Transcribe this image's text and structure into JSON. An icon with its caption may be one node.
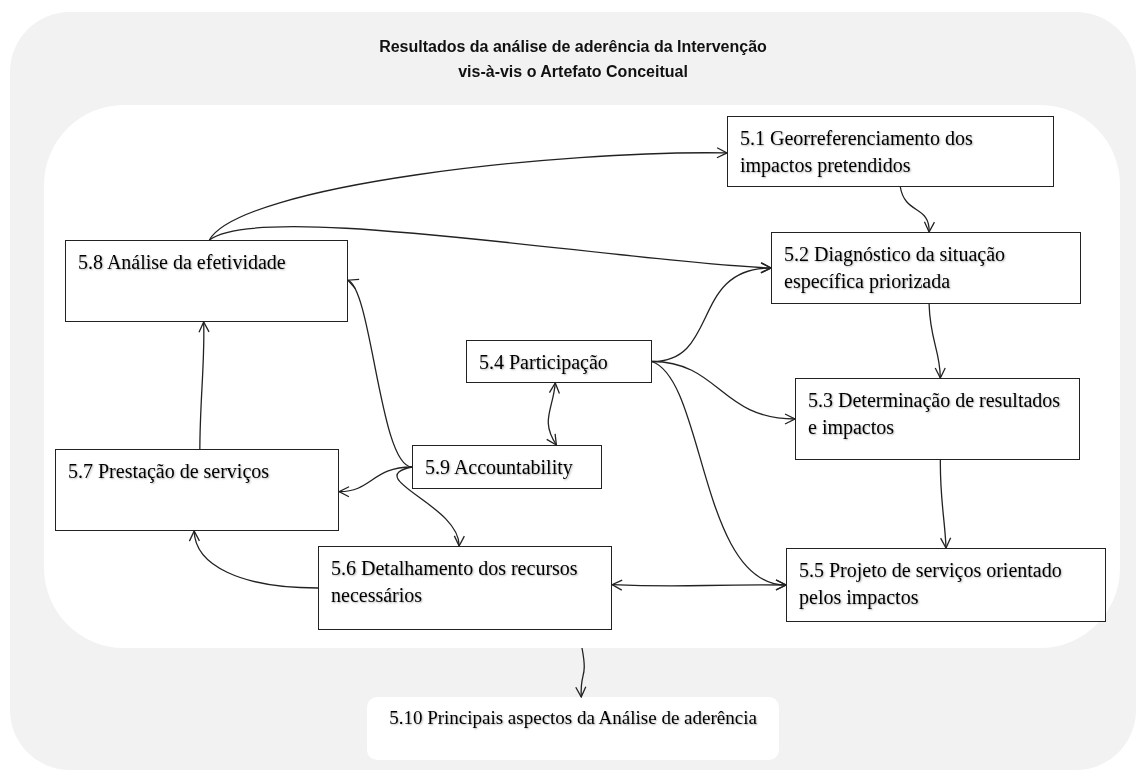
{
  "diagram": {
    "nodes": [
      {
        "text": [
          "Resultados da análise de aderência da Intervenção vis-à-vis o Artefato Conceitual"
        ]
      },
      {
        "text": [],
        "shape": "box",
        "in": 0
      },
      {
        "text": [
          "5.1 Georreferenciamento dos impactos pretendidos"
        ],
        "in": 1
      },
      {
        "text": [
          "5.8 Análise da efetividade"
        ],
        "in": 1
      },
      {
        "text": [
          "5.2 Diagnóstico da situação específica priorizada"
        ],
        "in": 1
      },
      {
        "text": [
          "5.4 Participação"
        ],
        "in": 1
      },
      {
        "text": [
          "5.3 Determinação de resultados e impactos"
        ],
        "in": 1
      },
      {
        "text": [
          "5.7 Prestação de serviços"
        ],
        "in": 1
      },
      {
        "text": [
          "5.9 Accountability"
        ],
        "in": 1
      },
      {
        "text": [
          "5.6 Detalhamento dos recursos necessários"
        ],
        "in": 1
      },
      {
        "text": [
          "5.5 Projeto de serviços orientado pelos impactos"
        ],
        "in": 1
      },
      {
        "text": [
          "5.10 Principais aspectos da Análise de aderência"
        ],
        "in": 0
      }
    ],
    "edges": [
      {
        "from": 3,
        "to": 2,
        "arrow": "to"
      },
      {
        "from": 3,
        "to": 4,
        "arrow": "to"
      },
      {
        "from": 2,
        "to": 4,
        "arrow": "to"
      },
      {
        "from": 4,
        "to": 6,
        "arrow": "to"
      },
      {
        "from": 6,
        "to": 10,
        "arrow": "to"
      },
      {
        "from": 5,
        "to": 4,
        "arrow": "to"
      },
      {
        "from": 5,
        "to": 6,
        "arrow": "to"
      },
      {
        "from": 5,
        "to": 10,
        "arrow": "to"
      },
      {
        "from": 5,
        "to": 8,
        "arrow": "both"
      },
      {
        "from": 8,
        "to": 3,
        "arrow": "to"
      },
      {
        "from": 8,
        "to": 7,
        "arrow": "to"
      },
      {
        "from": 8,
        "to": 9,
        "arrow": "to"
      },
      {
        "from": 9,
        "to": 7,
        "arrow": "to"
      },
      {
        "from": 9,
        "to": 10,
        "arrow": "both"
      },
      {
        "from": 7,
        "to": 3,
        "arrow": "to"
      },
      {
        "from": 1,
        "to": 11,
        "arrow": "to"
      }
    ]
  }
}
